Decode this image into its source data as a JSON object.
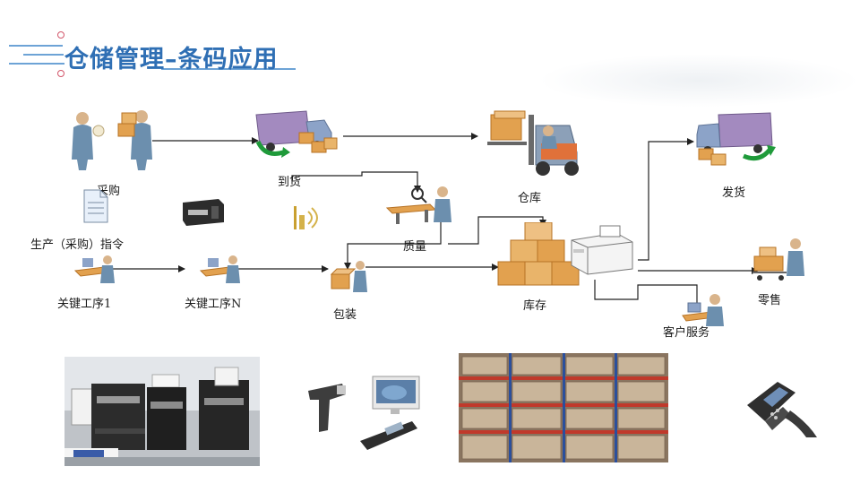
{
  "title": "仓储管理–条码应用",
  "labels": {
    "purchase": "采购",
    "arrival": "到货",
    "warehouse": "仓库",
    "shipping": "发货",
    "production_order": "生产（采购）指令",
    "quality": "质量",
    "key_process_1": "关键工序1",
    "key_process_n": "关键工序N",
    "packing": "包装",
    "inventory": "库存",
    "retail": "零售",
    "customer_service": "客户服务"
  },
  "icons": {
    "purchase": "purchase-people-icon",
    "arrival": "delivery-truck-icon",
    "warehouse": "forklift-icon",
    "shipping": "shipping-truck-icon",
    "document": "document-icon",
    "printer": "label-printer-icon",
    "rfid": "rfid-antenna-icon",
    "quality": "quality-inspector-icon",
    "key_process_1": "workstation-icon",
    "key_process_n": "workstation-icon",
    "packing": "packing-worker-icon",
    "inventory": "stacked-boxes-icon",
    "server": "server-icon",
    "retail": "retail-cart-icon",
    "customer_service": "service-desk-icon"
  },
  "photos": {
    "printers": "barcode-printers-photo",
    "scanners": "barcode-scanner-devices-photo",
    "shelves": "warehouse-shelves-photo",
    "terminal": "handheld-terminal-photo"
  },
  "colors": {
    "title": "#2f6fb4",
    "box": "#e2a14f",
    "box_dark": "#b77326",
    "truck": "#a38abf",
    "person": "#6c8fae",
    "arrow_green": "#1f9a3a",
    "line": "#222222"
  }
}
